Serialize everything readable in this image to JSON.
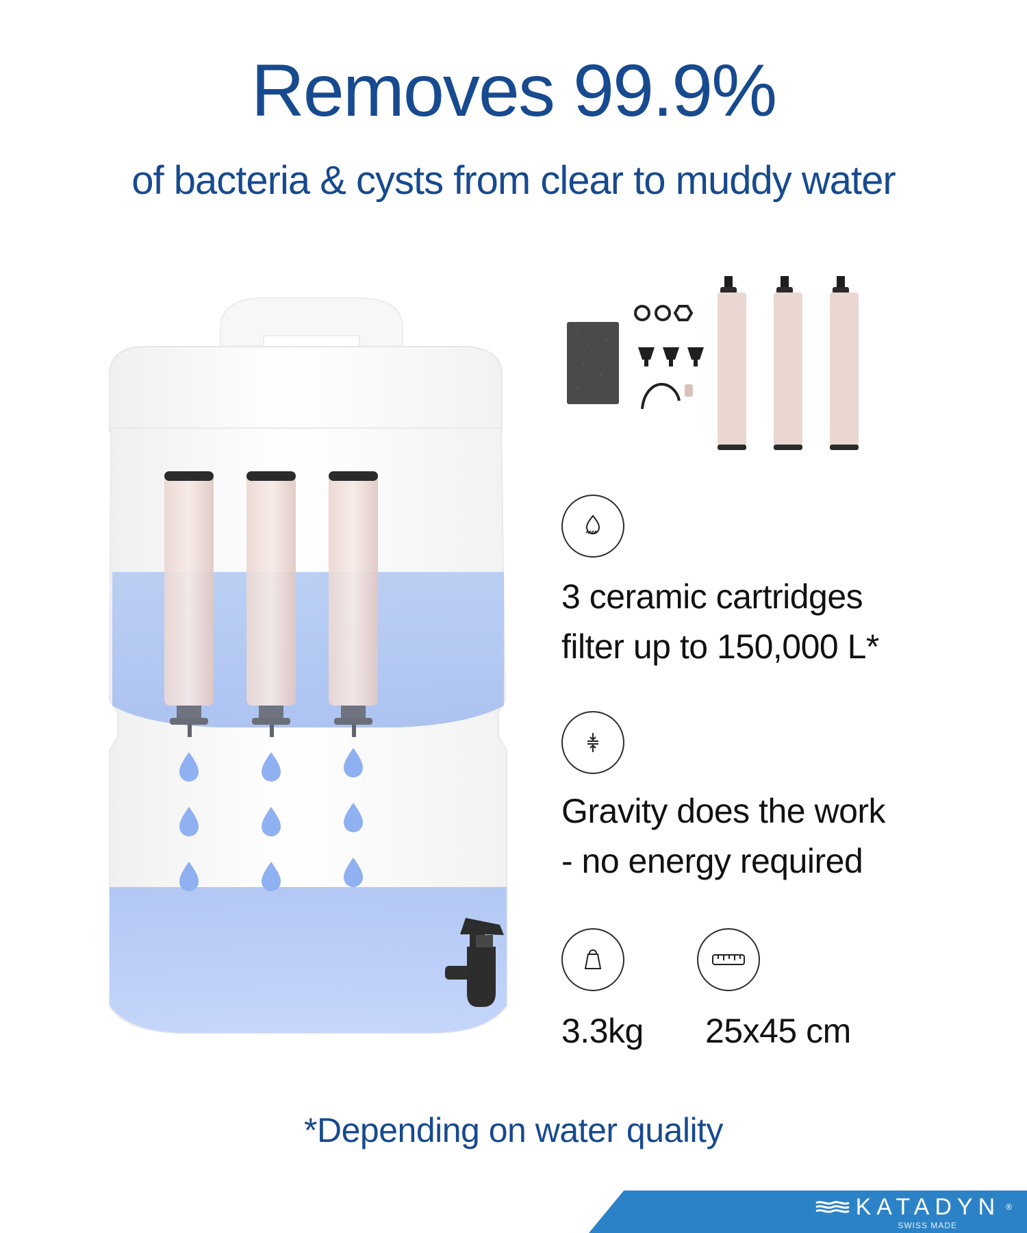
{
  "header": {
    "headline": "Removes 99.9%",
    "subheadline": "of bacteria & cysts from clear to muddy water"
  },
  "features": [
    {
      "icon": "filter-drop-icon",
      "line1": "3 ceramic cartridges",
      "line2": "filter up to 150,000 L*"
    },
    {
      "icon": "gravity-arrows-icon",
      "line1": "Gravity does the work",
      "line2": "- no energy required"
    }
  ],
  "specs": [
    {
      "icon": "weight-icon",
      "value": "3.3kg"
    },
    {
      "icon": "ruler-icon",
      "value": "25x45 cm"
    }
  ],
  "footer": {
    "footnote": "*Depending on water quality"
  },
  "brand": {
    "logo_text": "KATADYN",
    "registered_mark": "®",
    "tagline": "SWISS MADE",
    "bar_color": "#2c82c6",
    "headline_color": "#174a8f"
  }
}
